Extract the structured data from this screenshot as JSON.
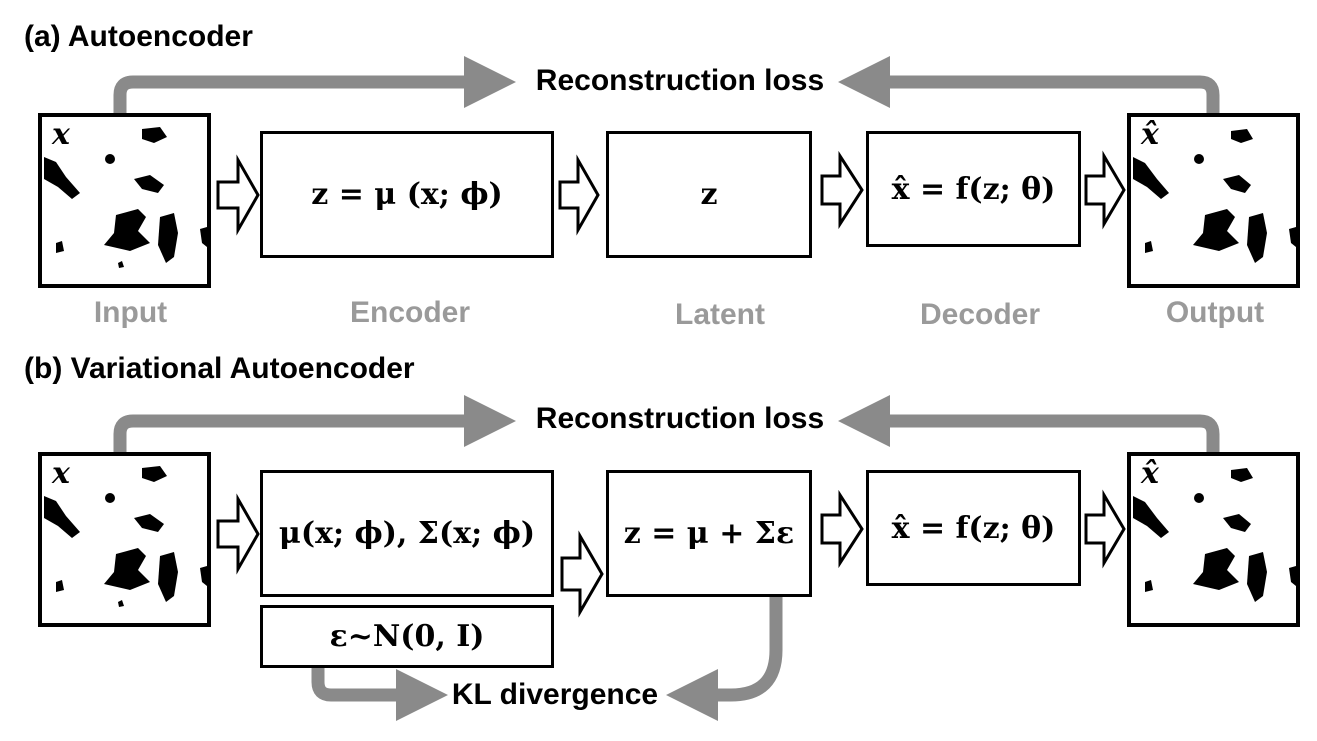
{
  "panel_a": {
    "title": "(a) Autoencoder",
    "loss_label": "Reconstruction loss",
    "input_symbol": "x",
    "output_symbol": "x̂",
    "encoder_expr": "z = μ (x; ϕ)",
    "latent_expr": "z",
    "decoder_expr": "x̂ = f(z; θ)",
    "captions": {
      "input": "Input",
      "encoder": "Encoder",
      "latent": "Latent",
      "decoder": "Decoder",
      "output": "Output"
    }
  },
  "panel_b": {
    "title": "(b) Variational Autoencoder",
    "loss_label": "Reconstruction loss",
    "input_symbol": "x",
    "output_symbol": "x̂",
    "encoder_expr": "μ(x; ϕ), Σ(x; ϕ)",
    "noise_expr": "ε~N(0, I)",
    "latent_expr": "z = μ + Σε",
    "decoder_expr": "x̂ = f(z; θ)",
    "kl_label": "KL divergence"
  },
  "colors": {
    "arrow_gray": "#8a8a8a",
    "caption_gray": "#9a9a9a",
    "stroke": "#000000"
  }
}
